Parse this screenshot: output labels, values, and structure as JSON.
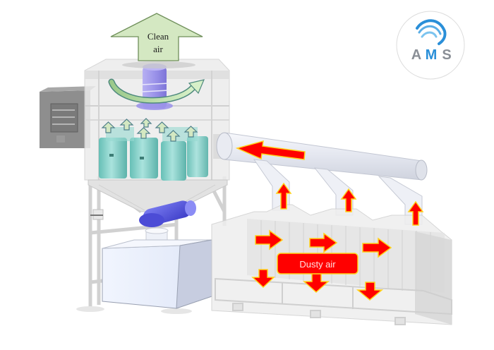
{
  "diagram": {
    "title": "Dust collector air flow",
    "labels": {
      "clean_air_line1": "Clean",
      "clean_air_line2": "air",
      "dusty_air": "Dusty air"
    },
    "logo": {
      "letters": [
        "A",
        "M",
        "S"
      ],
      "colors": {
        "gray": "#8a8f96",
        "blue": "#2a8fd8",
        "light_blue": "#7cc4ef"
      }
    },
    "colors": {
      "clean_arrow_fill": "#d4e8c2",
      "clean_arrow_stroke": "#6f8f5a",
      "dusty_arrow_fill": "#ff0000",
      "dusty_arrow_stroke": "#ffd21a",
      "filter_cartridge": "#7fd0c8",
      "fan_motor": "#8f86e6",
      "rotary_valve": "#5a5ae0",
      "bin": "#e6ecfa",
      "frame": "#d9d9d9",
      "control_panel": "#8c8c8c",
      "duct": "#eef0f6"
    },
    "components": [
      "clean-air-outlet",
      "fan-motor",
      "filter-cartridges",
      "control-panel",
      "hopper",
      "rotary-valve",
      "dust-bin",
      "main-duct",
      "branch-ducts",
      "extraction-hoods",
      "work-tables"
    ],
    "flows": {
      "clean_arrows": 7,
      "duct_arrow_direction": "left",
      "branch_up_arrows": 3,
      "hood_right_arrows": 3,
      "hood_down_arrows": 3
    }
  }
}
